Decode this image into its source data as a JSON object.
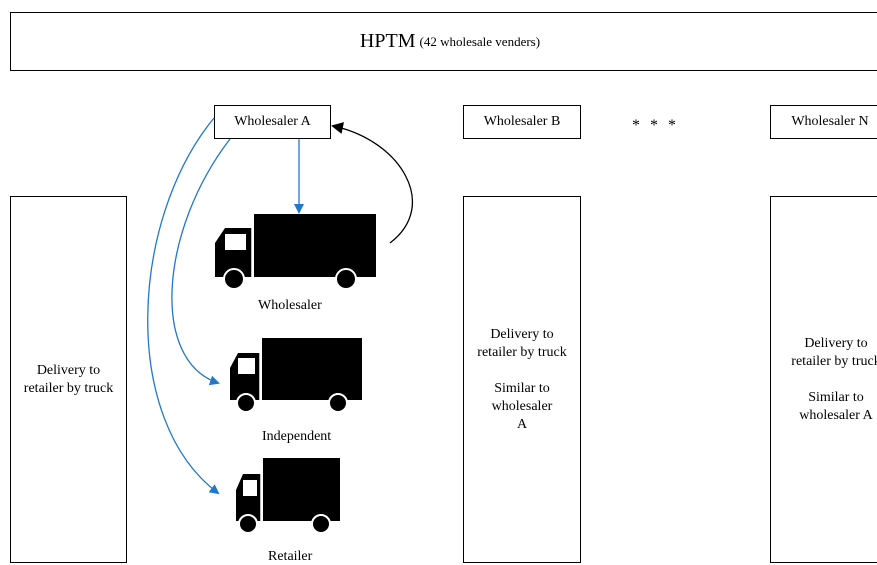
{
  "header": {
    "title": "HPTM",
    "subtitle": "(42 wholesale venders)"
  },
  "wholesalers": {
    "a": "Wholesaler  A",
    "b": "Wholesaler  B",
    "n": "Wholesaler  N",
    "ellipsis": "* * *"
  },
  "columns": {
    "left": {
      "line1": "Delivery to",
      "line2": "retailer by truck"
    },
    "middle": {
      "line1": "Delivery to",
      "line2": "retailer by truck",
      "line3": "Similar to",
      "line4": "wholesaler",
      "line5": "A"
    },
    "right": {
      "line1": "Delivery to",
      "line2": "retailer by truck",
      "line3": "Similar to",
      "line4": "wholesaler  A"
    }
  },
  "trucks": {
    "wholesaler": "Wholesaler",
    "independent": "Independent",
    "retailer": "Retailer"
  },
  "colors": {
    "arrow_blue": "#1f78c8",
    "arrow_black": "#000000",
    "truck": "#000000"
  }
}
